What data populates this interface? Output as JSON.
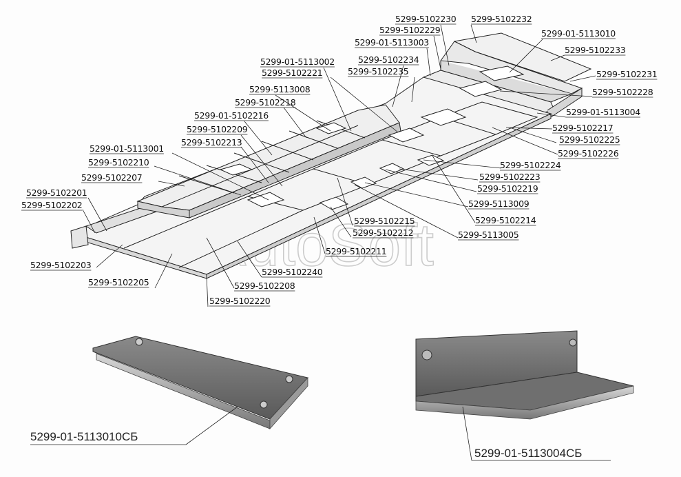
{
  "watermark": "AutoSoft",
  "labels": [
    "5299-5102230",
    "5299-5102232",
    "5299-5102229",
    "5299-01-5113010",
    "5299-01-5113003",
    "5299-5102233",
    "5299-01-5113002",
    "5299-5102234",
    "5299-5102221",
    "5299-5102235",
    "5299-5102231",
    "5299-5113008",
    "5299-5102228",
    "5299-5102218",
    "5299-01-5113004",
    "5299-01-5102216",
    "5299-5102217",
    "5299-5102209",
    "5299-5102225",
    "5299-5102213",
    "5299-5102226",
    "5299-01-5113001",
    "5299-5102224",
    "5299-5102210",
    "5299-5102223",
    "5299-5102207",
    "5299-5102219",
    "5299-5102201",
    "5299-5113009",
    "5299-5102202",
    "5299-5102214",
    "5299-5102215",
    "5299-5102212",
    "5299-5113005",
    "5299-5102211",
    "5299-5102203",
    "5299-5102240",
    "5299-5102205",
    "5299-5102208",
    "5299-5102220"
  ],
  "assemblies": {
    "left": "5299-01-5113010СБ",
    "right": "5299-01-5113004СБ"
  }
}
